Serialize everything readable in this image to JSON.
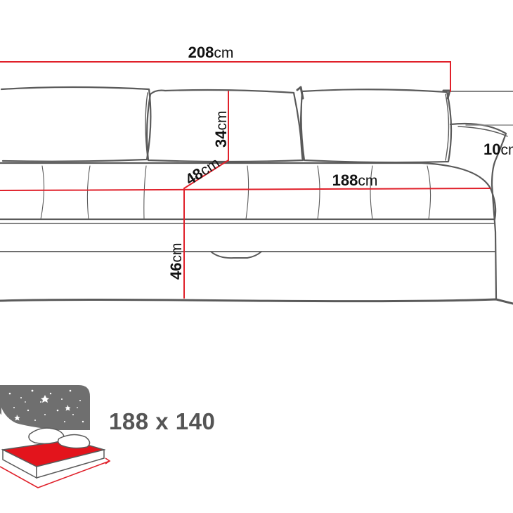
{
  "dimensions": {
    "total_width": {
      "value": "208",
      "unit": "cm"
    },
    "cushion_height": {
      "value": "34",
      "unit": "cm"
    },
    "seat_depth": {
      "value": "48",
      "unit": "cm"
    },
    "seat_width": {
      "value": "188",
      "unit": "cm"
    },
    "armrest": {
      "value": "10",
      "unit": "cm"
    },
    "seat_height": {
      "value": "46",
      "unit": "cm"
    }
  },
  "bed_size": "188 x 140",
  "colors": {
    "dimension_line": "#e0202a",
    "outline": "#5a5a5a",
    "bed_icon": "#6f6f6f",
    "mattress": "#e3141c"
  }
}
